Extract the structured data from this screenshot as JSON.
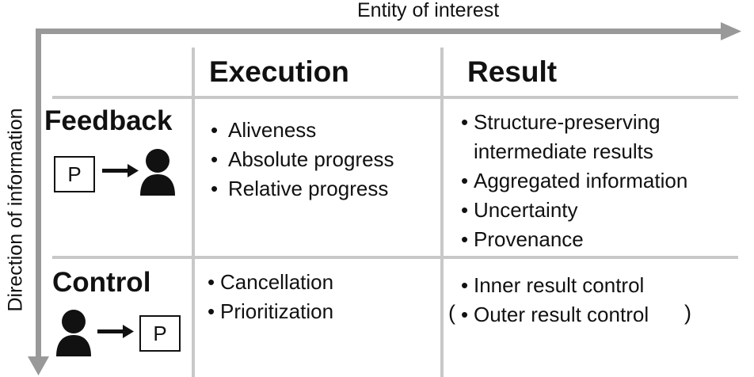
{
  "axes": {
    "horizontal_label": "Entity of interest",
    "vertical_label": "Direction of information"
  },
  "columns": {
    "execution": "Execution",
    "result": "Result"
  },
  "rows": {
    "feedback": {
      "label": "Feedback",
      "icon_box": "P",
      "execution": [
        "Aliveness",
        "Absolute progress",
        "Relative progress"
      ],
      "result": [
        "Structure-preserving",
        "intermediate results",
        "Aggregated information",
        "Uncertainty",
        "Provenance"
      ]
    },
    "control": {
      "label": "Control",
      "icon_box": "P",
      "execution": [
        "Cancellation",
        "Prioritization"
      ],
      "result": [
        "Inner result control",
        "Outer result control"
      ],
      "paren_open": "(",
      "paren_close": ")"
    }
  },
  "colors": {
    "arrow": "#999999",
    "grid": "#c8c8c8",
    "text": "#111111"
  }
}
